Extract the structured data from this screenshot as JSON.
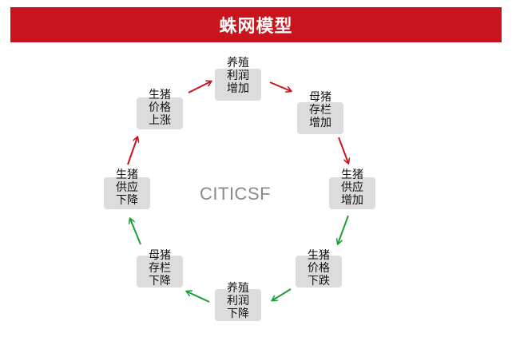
{
  "title": "蛛网模型",
  "watermark": "CITICSF",
  "colors": {
    "title_bar": "#c8141c",
    "arrow_up": "#c8141c",
    "arrow_down": "#1e9e3c",
    "node_bg": "#dcdcdc"
  },
  "nodes": [
    {
      "id": "n1",
      "label": "养殖\n利润\n增加"
    },
    {
      "id": "n2",
      "label": "母猪\n存栏\n增加"
    },
    {
      "id": "n3",
      "label": "生猪\n供应\n增加"
    },
    {
      "id": "n4",
      "label": "生猪\n价格\n下跌"
    },
    {
      "id": "n5",
      "label": "养殖\n利润\n下降"
    },
    {
      "id": "n6",
      "label": "母猪\n存栏\n下降"
    },
    {
      "id": "n7",
      "label": "生猪\n供应\n下降"
    },
    {
      "id": "n8",
      "label": "生猪\n价格\n上涨"
    }
  ]
}
